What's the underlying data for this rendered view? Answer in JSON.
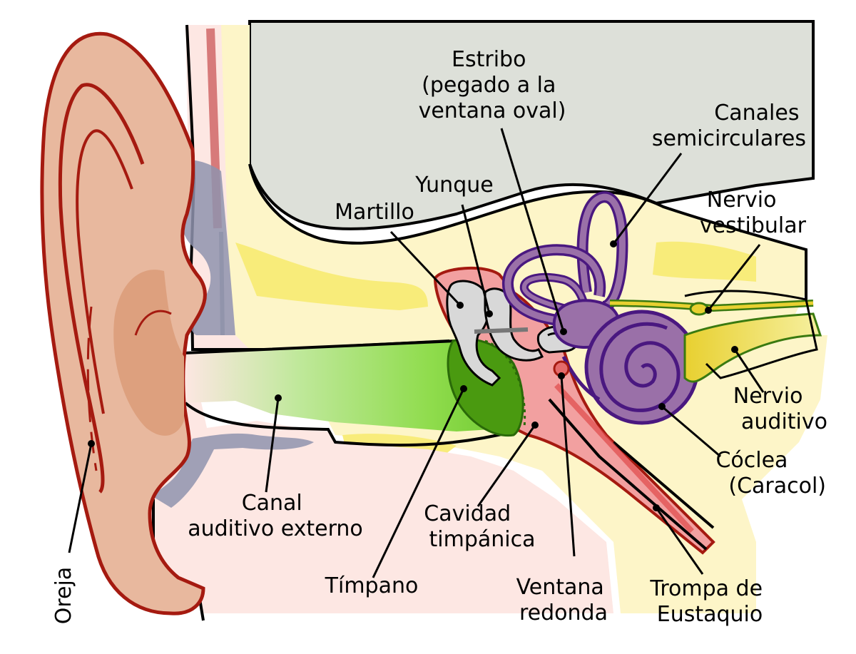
{
  "labels": {
    "estribo": [
      "Estribo",
      "(pegado a la",
      "ventana oval)"
    ],
    "canales": [
      "Canales",
      "semicirculares"
    ],
    "yunque": "Yunque",
    "martillo": "Martillo",
    "nervio_vestibular": [
      "Nervio",
      "vestibular"
    ],
    "nervio_auditivo": [
      "Nervio",
      "auditivo"
    ],
    "coclea": [
      "Cóclea",
      "(Caracol)"
    ],
    "canal": [
      "Canal",
      "auditivo externo"
    ],
    "cavidad": [
      "Cavidad",
      "timpánica"
    ],
    "timpano": "Tímpano",
    "ventana_redonda": [
      "Ventana",
      "redonda"
    ],
    "trompa": [
      "Trompa de",
      "Eustaquio"
    ],
    "oreja": "Oreja"
  },
  "colors": {
    "skull": "#dde0d9",
    "bone": "#fdf5c8",
    "bone_yellow": "#f8ec7a",
    "skin": "#fde7e3",
    "ear": "#e8b89e",
    "ear_dark": "#dda07e",
    "ear_outline": "#a51a10",
    "cartilage": "#8f93ae",
    "canal": "#9ee05a",
    "eardrum": "#4a9a10",
    "middle_ear": "#f2a0a0",
    "ossicle": "#d8d8d8",
    "labyrinth": "#9a70a8",
    "labyrinth_outline": "#4a1880",
    "nerve": "#e8d030",
    "nerve_outline": "#3a7a10"
  }
}
